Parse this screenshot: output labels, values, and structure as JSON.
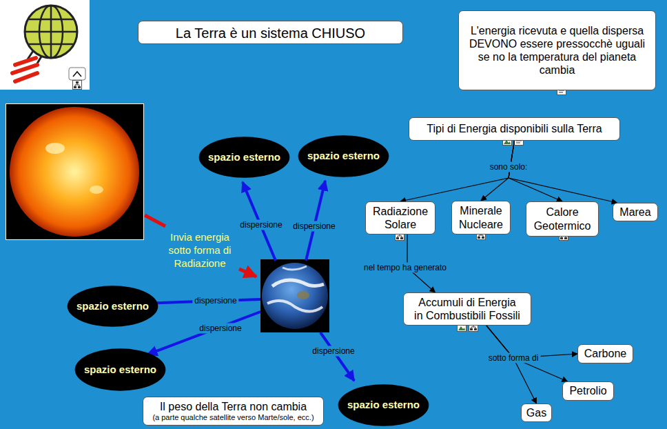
{
  "diagram": {
    "title": "La Terra è un sistema CHIUSO",
    "nodes": [
      {
        "text": [
          "spazio esterno"
        ]
      },
      {
        "text": [
          "spazio esterno"
        ]
      },
      {
        "text": [
          "L'energia ricevuta e quella dispersa DEVONO essere pressocchè uguali se no la temperatura del pianeta cambia"
        ]
      },
      {
        "text": [
          "Tipi di Energia disponibili sulla Terra"
        ]
      },
      {
        "text": [
          "Radiazione Solare"
        ]
      },
      {
        "text": [
          "Minerale Nucleare"
        ]
      },
      {
        "text": [
          "Calore Geotermico"
        ]
      },
      {
        "text": [
          "Marea"
        ]
      },
      {
        "text": [
          "spazio esterno"
        ]
      },
      {
        "text": [
          "Accumuli di Energia in Combustibili Fossili"
        ]
      },
      {
        "text": [
          "spazio esterno"
        ]
      },
      {
        "text": [
          "Carbone"
        ]
      },
      {
        "text": [
          "Petrolio"
        ]
      },
      {
        "text": [
          "spazio esterno"
        ]
      },
      {
        "text": [
          "Il peso della Terra non cambia",
          "(a parte qualche satellite verso Marte/sole, ecc.)"
        ]
      },
      {
        "text": [
          "Gas"
        ]
      }
    ],
    "edges": [
      {
        "from": 3,
        "to": 4,
        "label": "sono solo:",
        "arrow": "to"
      },
      {
        "from": 3,
        "to": 5,
        "arrow": "to"
      },
      {
        "from": 3,
        "to": 6,
        "arrow": "to"
      },
      {
        "from": 3,
        "to": 7,
        "arrow": "to"
      },
      {
        "from": 4,
        "to": 9,
        "label": "nel tempo ha generato",
        "arrow": "to"
      },
      {
        "from": 9,
        "to": 11,
        "label": "sotto forma di",
        "arrow": "to"
      },
      {
        "from": 9,
        "to": 12,
        "arrow": "to"
      },
      {
        "from": 9,
        "to": 15,
        "arrow": "to"
      }
    ],
    "labels": [
      "Invia energia sotto forma di Radiazione",
      "dispersione",
      "dispersione",
      "dispersione",
      "dispersione",
      "dispersione"
    ]
  }
}
